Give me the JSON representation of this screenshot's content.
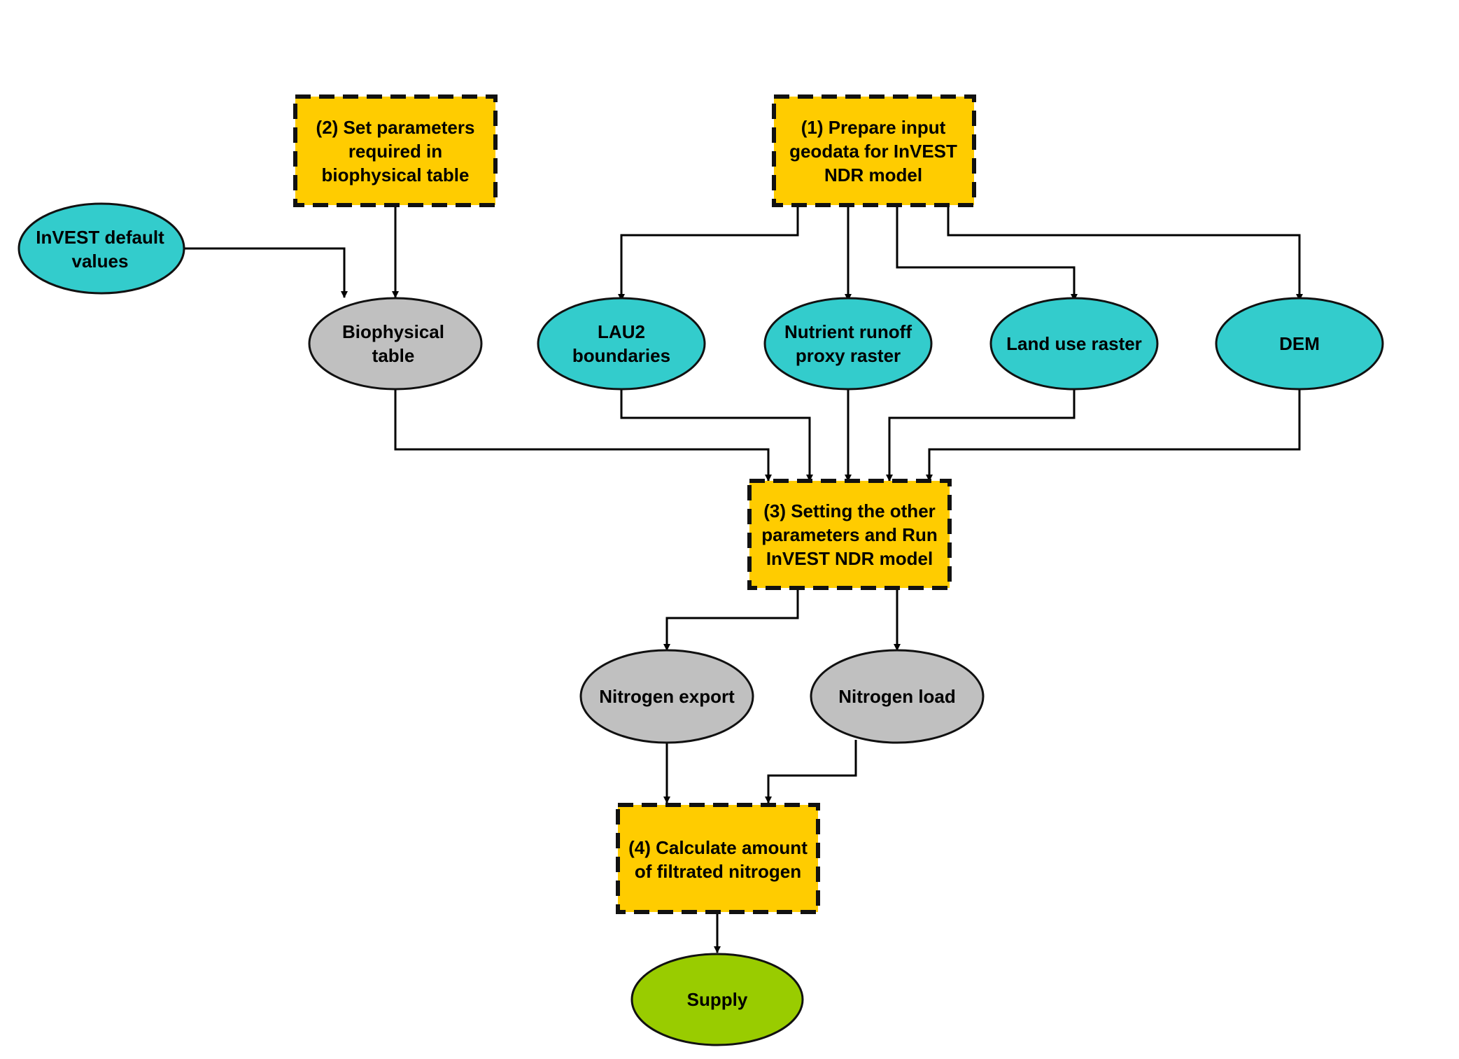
{
  "colors": {
    "step_fill": "#FFCC00",
    "input_fill": "#33CCCC",
    "output_fill": "#C0C0C0",
    "result_fill": "#99CC00"
  },
  "steps": {
    "prepare_geodata": [
      "(1) Prepare input",
      "geodata for InVEST",
      "NDR model"
    ],
    "set_parameters": [
      "(2) Set parameters",
      "required in",
      "biophysical table"
    ],
    "run_model": [
      "(3) Setting the other",
      "parameters and Run",
      "InVEST NDR model"
    ],
    "calculate": [
      "(4) Calculate amount",
      "of filtrated nitrogen"
    ]
  },
  "nodes": {
    "invest_defaults": [
      "InVEST default",
      "values"
    ],
    "biophysical_table": [
      "Biophysical",
      "table"
    ],
    "lau2_boundaries": [
      "LAU2",
      "boundaries"
    ],
    "nutrient_runoff": [
      "Nutrient runoff",
      "proxy raster"
    ],
    "land_use_raster": [
      "Land use raster"
    ],
    "dem": [
      "DEM"
    ],
    "nitrogen_export": [
      "Nitrogen export"
    ],
    "nitrogen_load": [
      "Nitrogen load"
    ],
    "supply": [
      "Supply"
    ]
  }
}
